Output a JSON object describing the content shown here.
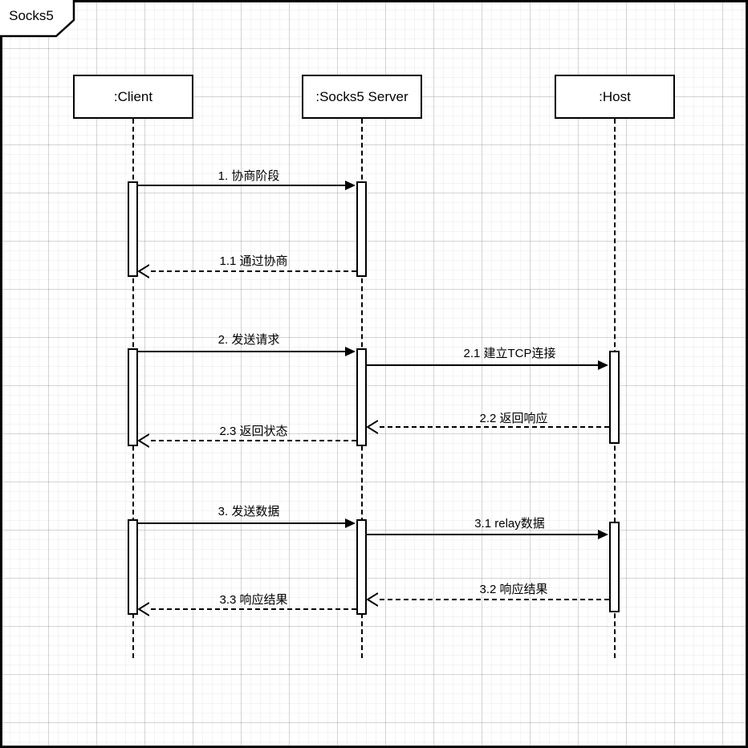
{
  "frame": {
    "label": "Socks5",
    "border_color": "#000000",
    "background": "#ffffff"
  },
  "lifelines": [
    {
      "id": "client",
      "label": ":Client"
    },
    {
      "id": "server",
      "label": ":Socks5 Server"
    },
    {
      "id": "host",
      "label": ":Host"
    }
  ],
  "messages": [
    {
      "id": "m1",
      "label": "1. 协商阶段",
      "from": "client",
      "to": "server",
      "style": "solid",
      "direction": "right"
    },
    {
      "id": "m1_1",
      "label": "1.1 通过协商",
      "from": "server",
      "to": "client",
      "style": "dashed",
      "direction": "left"
    },
    {
      "id": "m2",
      "label": "2. 发送请求",
      "from": "client",
      "to": "server",
      "style": "solid",
      "direction": "right"
    },
    {
      "id": "m2_1",
      "label": "2.1 建立TCP连接",
      "from": "server",
      "to": "host",
      "style": "solid",
      "direction": "right"
    },
    {
      "id": "m2_2",
      "label": "2.2 返回响应",
      "from": "host",
      "to": "server",
      "style": "dashed",
      "direction": "left"
    },
    {
      "id": "m2_3",
      "label": "2.3 返回状态",
      "from": "server",
      "to": "client",
      "style": "dashed",
      "direction": "left"
    },
    {
      "id": "m3",
      "label": "3. 发送数据",
      "from": "client",
      "to": "server",
      "style": "solid",
      "direction": "right"
    },
    {
      "id": "m3_1",
      "label": "3.1 relay数据",
      "from": "server",
      "to": "host",
      "style": "solid",
      "direction": "right"
    },
    {
      "id": "m3_2",
      "label": "3.2 响应结果",
      "from": "host",
      "to": "server",
      "style": "dashed",
      "direction": "left"
    },
    {
      "id": "m3_3",
      "label": "3.3 响应结果",
      "from": "server",
      "to": "client",
      "style": "dashed",
      "direction": "left"
    }
  ]
}
